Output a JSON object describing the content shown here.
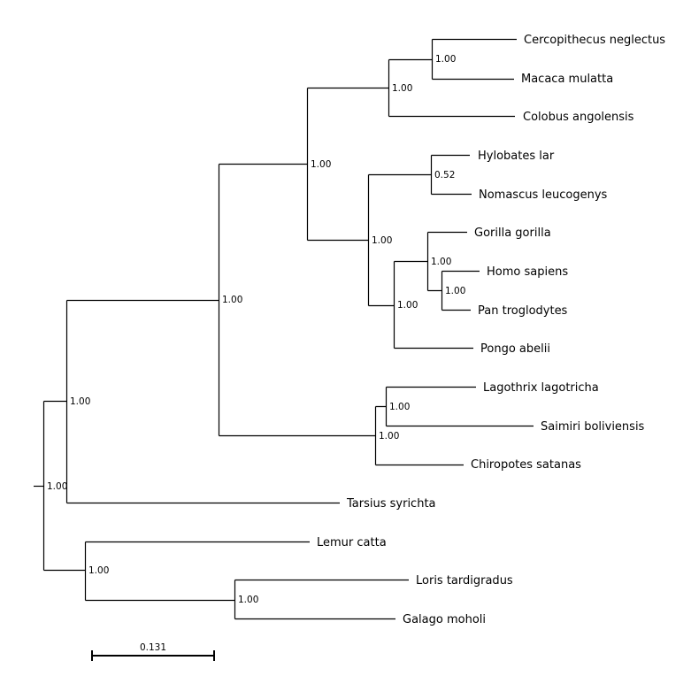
{
  "scale_bar": {
    "label": "0.131"
  },
  "taxa": {
    "cercopithecus": "Cercopithecus neglectus",
    "macaca": "Macaca mulatta",
    "colobus": "Colobus angolensis",
    "hylobates": "Hylobates lar",
    "nomascus": "Nomascus leucogenys",
    "gorilla": "Gorilla gorilla",
    "homo": "Homo sapiens",
    "pan": "Pan troglodytes",
    "pongo": "Pongo abelii",
    "lagothrix": "Lagothrix lagotricha",
    "saimiri": "Saimiri boliviensis",
    "chiropotes": "Chiropotes satanas",
    "tarsius": "Tarsius syrichta",
    "lemur": "Lemur catta",
    "loris": "Loris tardigradus",
    "galago": "Galago moholi"
  },
  "support": {
    "root": "1.00",
    "haplorhini": "1.00",
    "anthropoidea": "1.00",
    "catarrhini": "1.00",
    "cercopithecidae": "1.00",
    "cercopithecini": "1.00",
    "hominoidea": "1.00",
    "hylobatidae": "0.52",
    "hominidae": "1.00",
    "homininae": "1.00",
    "hominini": "1.00",
    "platyrrhini": "1.00",
    "atelid_cebid": "1.00",
    "strepsirrhini": "1.00",
    "lorisiformes": "1.00"
  }
}
